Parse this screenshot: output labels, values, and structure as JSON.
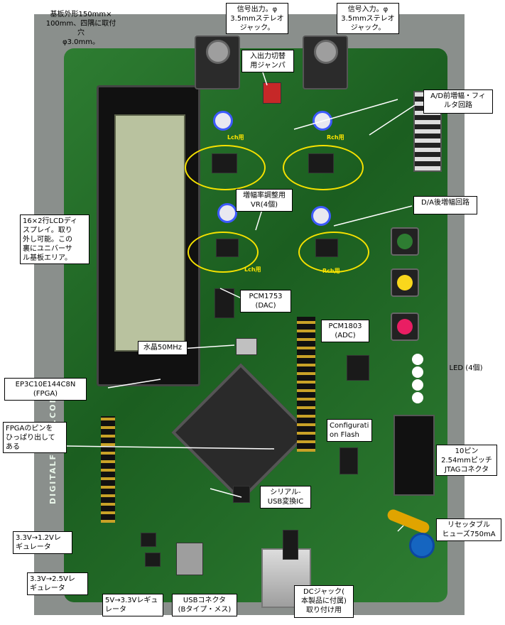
{
  "annotations": {
    "board_size": "基板外形150mm×\n100mm、四隅に取付穴\nφ3.0mm。",
    "signal_out": "信号出力。φ\n3.5mmステレオ\nジャック。",
    "signal_in": "信号入力。φ\n3.5mmステレオ\nジャック。",
    "io_jumper": "入出力切替\n用ジャンパ",
    "ad_amp_filter": "A/D前増幅・フィ\nルタ回路",
    "gain_vr": "増幅率調整用\nVR(4個)",
    "da_amp": "D/A後増幅回路",
    "lcd": "16×2行LCDディ\nスプレイ。取り\n外し可能。この\n裏にユニバーサ\nル基板エリア。",
    "dac": "PCM1753\n(DAC)",
    "adc": "PCM1803\n(ADC)",
    "crystal": "水晶50MHz",
    "led": "LED (4個)",
    "fpga": "EP3C10E144C8N\n(FPGA)",
    "fpga_pins": "FPGAのピンを\nひっぱり出して\nある",
    "config_flash": "Configurati\non Flash",
    "jtag": "10ピン\n2.54mmピッチ\nJTAGコネクタ",
    "usb_serial": "シリアル-\nUSB変換IC",
    "fuse": "リセッタブル\nヒューズ750mA",
    "reg_12": "3.3V→1.2Vレ\nギュレータ",
    "reg_25": "3.3V→2.5Vレ\nギュレータ",
    "reg_33": "5V→3.3Vレギュ\nレータ",
    "usb_connector": "USBコネクタ\n(Bタイプ・メス)",
    "dc_jack": "DCジャック(\n本製品に付属)\n取り付け用"
  },
  "silkscreen": {
    "lch_top": "Lch用",
    "rch_top": "Rch用",
    "lch_bottom": "Lch用",
    "rch_bottom": "Rch用",
    "vendor_vertical": "DIGITALFILTER.COM"
  },
  "colors": {
    "highlight_ellipse": "#f5e100",
    "led_green": "#2e7d32",
    "led_yellow": "#f9d71c",
    "led_red": "#e91e63",
    "pcb_green": "#1b5e20"
  }
}
